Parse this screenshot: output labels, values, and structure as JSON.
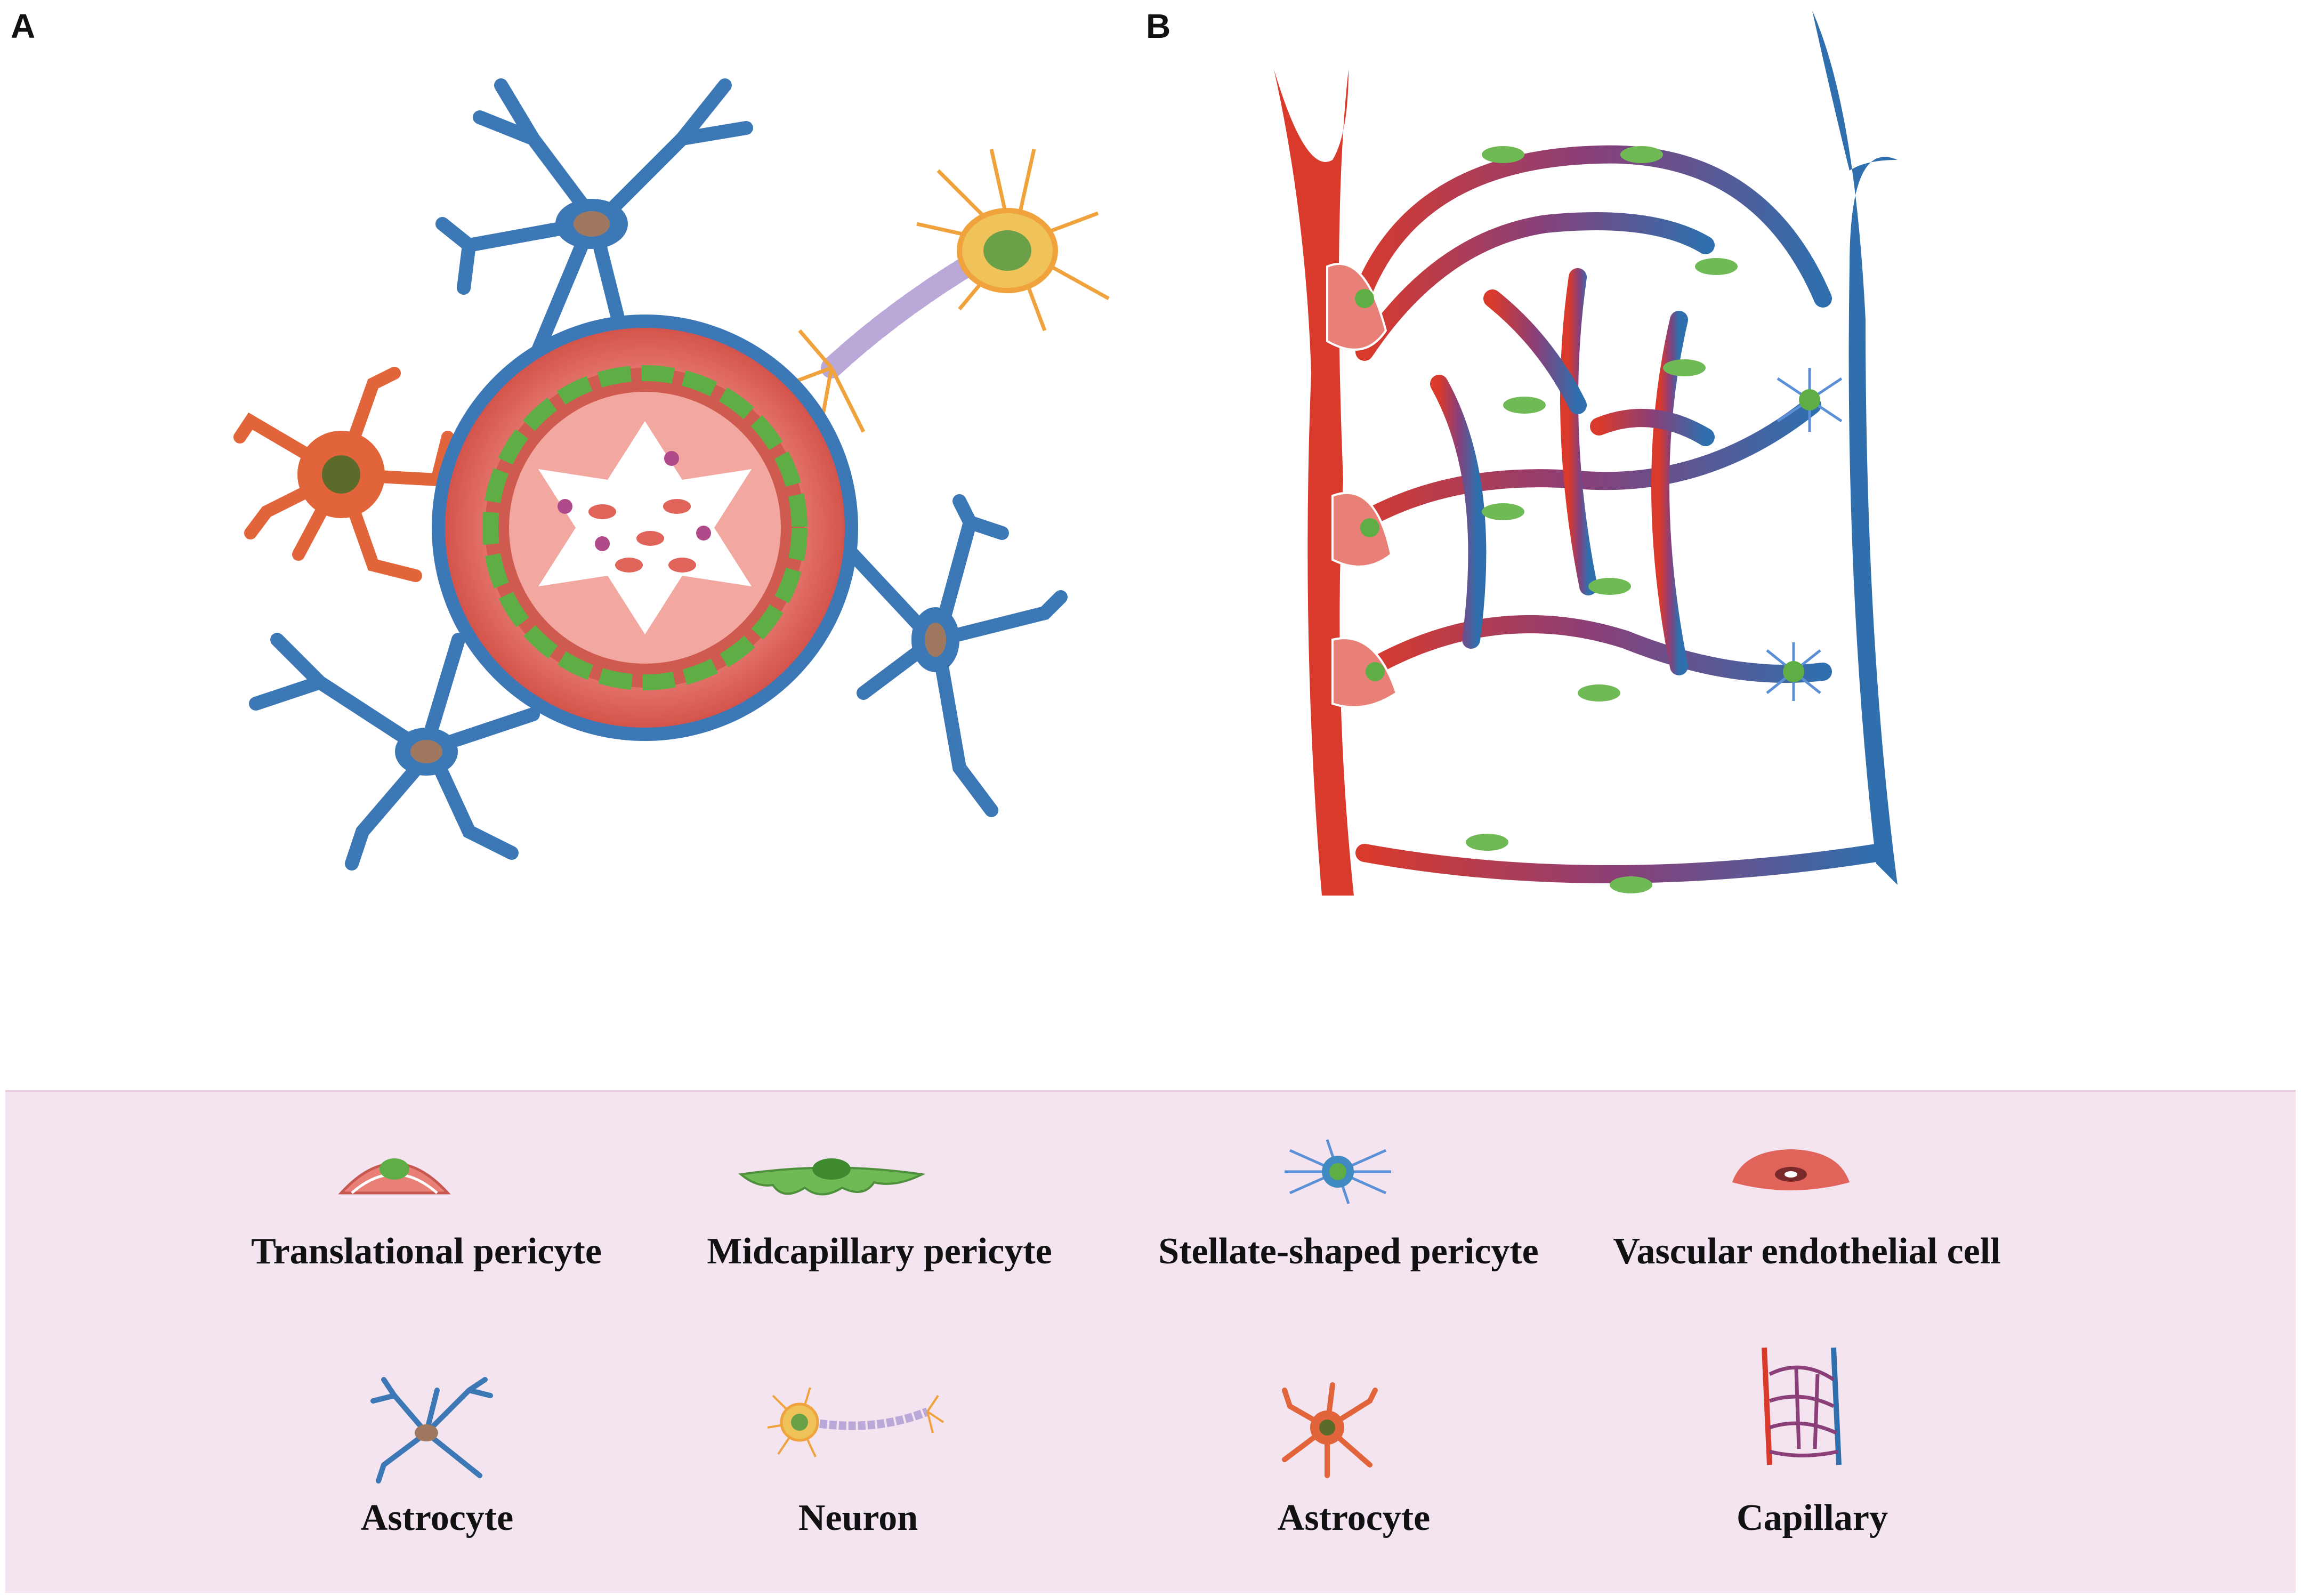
{
  "panels": {
    "a": "A",
    "b": "B"
  },
  "legend": {
    "row1": [
      {
        "label": "Translational pericyte",
        "icon": "translational-pericyte-icon"
      },
      {
        "label": "Midcapillary pericyte",
        "icon": "midcapillary-pericyte-icon"
      },
      {
        "label": "Stellate-shaped pericyte",
        "icon": "stellate-pericyte-icon"
      },
      {
        "label": "Vascular endothelial cell",
        "icon": "endothelial-cell-icon"
      }
    ],
    "row2": [
      {
        "label": "Astrocyte",
        "icon": "astrocyte-blue-icon"
      },
      {
        "label": "Neuron",
        "icon": "neuron-icon"
      },
      {
        "label": "Astrocyte",
        "icon": "astrocyte-orange-icon"
      },
      {
        "label": "Capillary",
        "icon": "capillary-icon"
      }
    ]
  },
  "colors": {
    "artery": "#d93a2b",
    "vein": "#2f6fae",
    "astrocyte_blue": "#3d78b6",
    "astrocyte_orange": "#e2643a",
    "pericyte_green": "#5fae45",
    "vessel_wall": "#d9635a",
    "neuron": "#f0a23c",
    "legend_bg": "#f3e4f0"
  }
}
